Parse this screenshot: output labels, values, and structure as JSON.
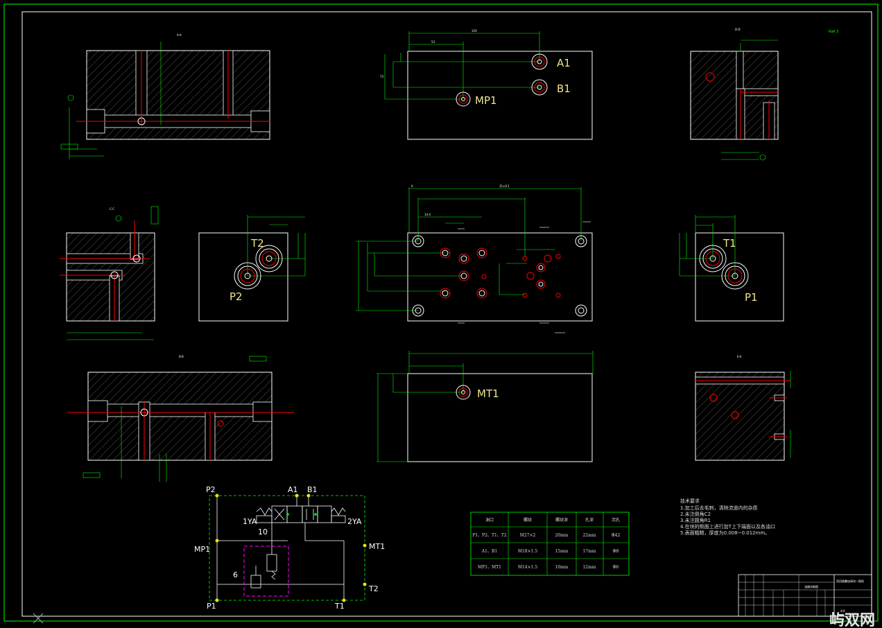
{
  "drawing": {
    "title_block": {
      "drawing_title": "双回路叠加阀块—图纸",
      "part_name": "油路块制图",
      "sheet_label": "4/4"
    },
    "section_labels": {
      "top_left": "A-A",
      "left_middle": "C-C",
      "bottom_left": "B-B",
      "top_right": "D-D",
      "bottom_right": "E-E"
    },
    "roughness_mark": "Ra6.3",
    "port_labels": {
      "a1": "A1",
      "b1": "B1",
      "mp1_top": "MP1",
      "t2": "T2",
      "p2": "P2",
      "t1_right": "T1",
      "p1_right": "P1",
      "mt1": "MT1"
    },
    "front_dims": {
      "overall_width": "120",
      "hole_pitch": "53",
      "col_a": "14.4",
      "col_b": "31±0.1",
      "left_offset": "6",
      "height": "73"
    },
    "schematic": {
      "p2": "P2",
      "a1": "A1",
      "b1": "B1",
      "sol_1ya": "1YA",
      "sol_2ya": "2YA",
      "valve_10": "10",
      "mp1": "MP1",
      "mt1": "MT1",
      "valve_6": "6",
      "p1": "P1",
      "t1": "T1",
      "t2": "T2"
    },
    "port_table": {
      "headers": [
        "油口",
        "螺纹",
        "螺纹深",
        "孔深",
        "沉孔"
      ],
      "rows": [
        [
          "P1、P2、T1、T2",
          "M27×2",
          "20mm",
          "22mm",
          "Φ42"
        ],
        [
          "A1、B1",
          "M18×1.5",
          "15mm",
          "17mm",
          "Φ8"
        ],
        [
          "MP1、MT1",
          "M14×1.5",
          "10mm",
          "12mm",
          "Φ6"
        ]
      ]
    },
    "tech_requirements": {
      "title": "技术要求",
      "lines": [
        "1.加工后去毛刺，清除流道内的杂质",
        "2.未注倒角C2",
        "3.未注圆角R1",
        "4.在块的侧面上进行加T上下端面以及各油口",
        "5.表面粗糙，厚度为0.008~0.012mm。"
      ]
    },
    "watermark": "屿双网",
    "colors": {
      "background": "#000000",
      "border": "#00ff00",
      "outline": "#ffffff",
      "hidden_hole": "#ff0000",
      "dimension": "#00ff00",
      "port_text": "#f0e68c",
      "schematic_box": "#ff00ff"
    }
  }
}
